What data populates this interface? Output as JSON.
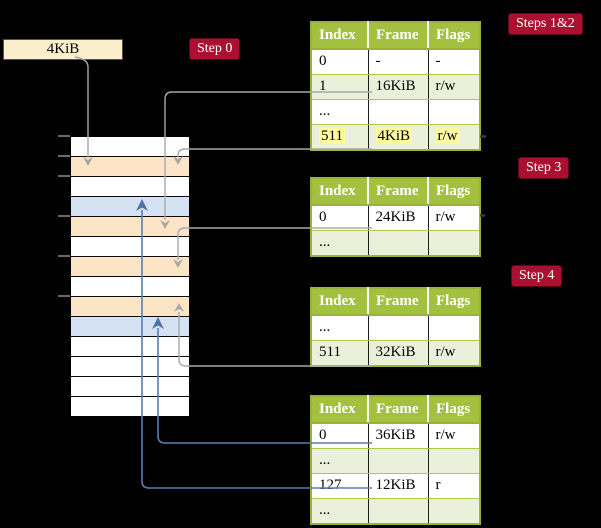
{
  "colors": {
    "background": "#000000",
    "badge_red": "#ac1030",
    "table_header_green": "#a3c13f",
    "table_row_green": "#ebf0da",
    "table_border_green": "#9ab23a",
    "highlight_yellow": "#fdfaa0",
    "memory_frame_orange": "#fce4c6",
    "memory_frame_blue": "#d5e2f3",
    "legend_cream": "#faeecd",
    "gray_arrow": "#a8a8a8",
    "blue_arrow": "#5a7db2"
  },
  "legend_box": {
    "label": "4KiB"
  },
  "badges": {
    "step0": "Step 0",
    "steps12": "Steps 1&2",
    "step3": "Step 3",
    "step4": "Step 4"
  },
  "memory": {
    "rows": [
      "white",
      "orange",
      "white",
      "blue",
      "orange",
      "white",
      "orange",
      "white",
      "orange",
      "blue",
      "white",
      "white",
      "white",
      "white"
    ]
  },
  "tables": [
    {
      "name": "page-table-steps-1-2",
      "headers": [
        "Index",
        "Frame",
        "Flags"
      ],
      "rows": [
        {
          "cells": [
            "0",
            "-",
            "-"
          ],
          "shaded": false,
          "highlight": false
        },
        {
          "cells": [
            "1",
            "16KiB",
            "r/w"
          ],
          "shaded": true,
          "highlight": false
        },
        {
          "cells": [
            "...",
            "",
            ""
          ],
          "shaded": false,
          "highlight": false
        },
        {
          "cells": [
            "511",
            "4KiB",
            "r/w"
          ],
          "shaded": true,
          "highlight": true
        }
      ]
    },
    {
      "name": "page-table-step-3",
      "headers": [
        "Index",
        "Frame",
        "Flags"
      ],
      "rows": [
        {
          "cells": [
            "0",
            "24KiB",
            "r/w"
          ],
          "shaded": false,
          "highlight": false
        },
        {
          "cells": [
            "...",
            "",
            ""
          ],
          "shaded": true,
          "highlight": false
        }
      ]
    },
    {
      "name": "page-table-step-4a",
      "headers": [
        "Index",
        "Frame",
        "Flags"
      ],
      "rows": [
        {
          "cells": [
            "...",
            "",
            ""
          ],
          "shaded": false,
          "highlight": false
        },
        {
          "cells": [
            "511",
            "32KiB",
            "r/w"
          ],
          "shaded": true,
          "highlight": false
        }
      ]
    },
    {
      "name": "page-table-step-4b",
      "headers": [
        "Index",
        "Frame",
        "Flags"
      ],
      "rows": [
        {
          "cells": [
            "0",
            "36KiB",
            "r/w"
          ],
          "shaded": false,
          "highlight": false
        },
        {
          "cells": [
            "...",
            "",
            ""
          ],
          "shaded": true,
          "highlight": false
        },
        {
          "cells": [
            "127",
            "12KiB",
            "r"
          ],
          "shaded": false,
          "highlight": false
        },
        {
          "cells": [
            "...",
            "",
            ""
          ],
          "shaded": true,
          "highlight": false
        }
      ]
    }
  ],
  "arrows": [
    {
      "name": "arrow-4kib-box-to-memory",
      "color": "gray",
      "from": "4KiB box",
      "to": "memory frame 4KiB"
    },
    {
      "name": "arrow-entry1-16kib",
      "color": "gray",
      "from": "table 1 index 1",
      "to": "memory frame 16KiB"
    },
    {
      "name": "arrow-entry511-4kib",
      "color": "gray",
      "from": "table 1 index 511",
      "to": "memory frame 4KiB"
    },
    {
      "name": "arrow-entry0-24kib",
      "color": "gray",
      "from": "table 2 index 0",
      "to": "memory frame 24KiB"
    },
    {
      "name": "arrow-entry511-32kib",
      "color": "gray",
      "from": "table 3 index 511",
      "to": "memory frame 32KiB"
    },
    {
      "name": "arrow-entry0-36kib",
      "color": "blue",
      "from": "table 4 index 0",
      "to": "memory frame 36KiB"
    },
    {
      "name": "arrow-entry127-12kib",
      "color": "blue",
      "from": "table 4 index 127",
      "to": "memory frame 12KiB"
    }
  ]
}
